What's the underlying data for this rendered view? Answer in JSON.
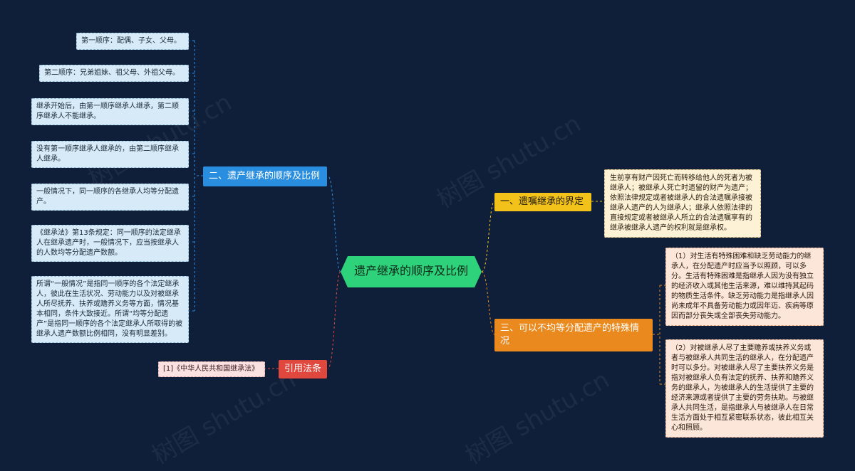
{
  "root": {
    "label": "遗产继承的顺序及比例"
  },
  "left_branch": {
    "label": "二、遗产继承的顺序及比例",
    "items": [
      "第一顺序：配偶、子女、父母。",
      "第二顺序：兄弟姐妹、祖父母、外祖父母。",
      "继承开始后，由第一顺序继承人继承，第二顺序继承人不能继承。",
      "没有第一顺序继承人继承的，由第二顺序继承人继承。",
      "一般情况下，同一顺序的各继承人均等分配遗产。",
      "《继承法》第13条规定：同一顺序的法定继承人在继承遗产时，一般情况下，应当按继承人的人数均等分配遗产数额。",
      "所谓“一般情况”是指同一顺序的各个法定继承人，彼此在生活状况、劳动能力以及对被继承人所尽抚养、扶养或赡养义务等方面，情况基本相同，条件大致接近。所谓“均等分配遗产”是指同一顺序的各个法定继承人所取得的被继承人遗产数额比例相同，没有明显差别。"
    ]
  },
  "ref_branch": {
    "label": "引用法条",
    "items": [
      "[1]《中华人民共和国继承法》"
    ]
  },
  "right_branch_1": {
    "label": "一、遗嘱继承的界定",
    "items": [
      "生前享有财产因死亡而转移给他人的死者为被继承人；被继承人死亡时遗留的财产为遗产；依照法律规定或者被继承人的合法遗嘱承接被继承人遗产的人为继承人；继承人依照法律的直接规定或者被继承人所立的合法遗嘱享有的继承被继承人遗产的权利就是继承权。"
    ]
  },
  "right_branch_2": {
    "label": "三、可以不均等分配遗产的特殊情况",
    "items": [
      "（1）对生活有特殊困难和缺乏劳动能力的继承人，在分配遗产时应当予以照顾，可以多分。生活有特殊困难是指继承人因为没有独立的经济收入或其他生活来源，难以维持其起码的物质生活条件。缺乏劳动能力是指继承人因尚未成年不具备劳动能力或因年迈、疾病等原因而部分丧失或全部丧失劳动能力。",
      "（2）对被继承人尽了主要赡养或扶养义务或者与被继承人共同生活的继承人，在分配遗产时可以多分。对被继承人尽了主要扶养义务是指对被继承人负有法定的抚养、扶养和赡养义务的继承人，为被继承人的生活提供了主要的经济来源或者提供了主要的劳务扶助。与被继承人共同生活，是指继承人与被继承人在日常生活方面处于相互紧密联系状态，彼此相互关心和照顾。"
    ]
  },
  "watermark": {
    "text": "树图 shutu.cn"
  },
  "colors": {
    "background": "#0f1f3a",
    "root": "#2ed27a",
    "blue": "#2a8ee0",
    "red": "#e0473d",
    "yellow": "#f2c21b",
    "orange": "#ea8a1e"
  }
}
